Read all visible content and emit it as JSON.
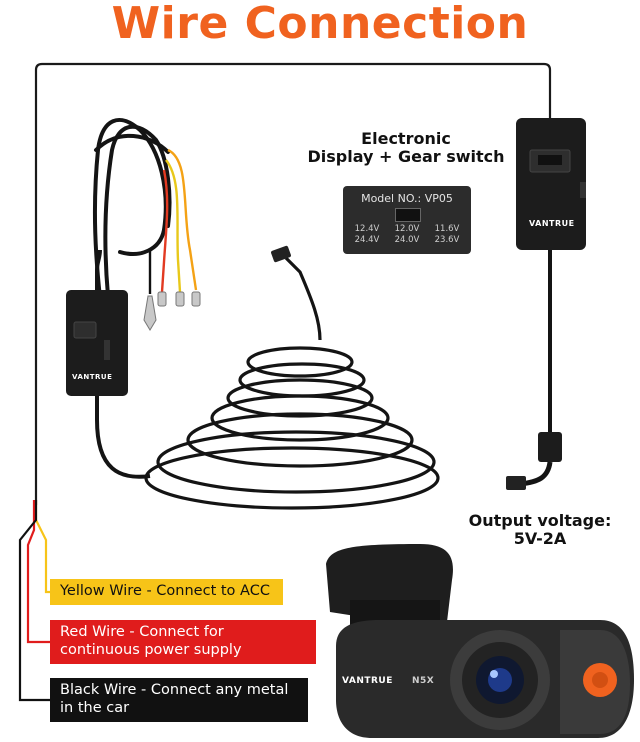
{
  "title": "Wire Connection",
  "display_note": {
    "line1": "Electronic",
    "line2": "Display + Gear switch"
  },
  "model_panel": {
    "title": "Model NO.: VP05",
    "col1": [
      "12.4V",
      "24.4V"
    ],
    "col2": [
      "12.0V",
      "24.0V"
    ],
    "col3": [
      "11.6V",
      "23.6V"
    ]
  },
  "output_note": {
    "line1": "Output voltage:",
    "line2": "5V-2A"
  },
  "wires": [
    {
      "label": "Yellow Wire - Connect to ACC",
      "color": "#f7c418"
    },
    {
      "label": "Red Wire - Connect for continuous power supply",
      "color": "#e01c1c"
    },
    {
      "label": "Black Wire - Connect any metal in the car",
      "color": "#111111"
    }
  ],
  "brand": "VANTRUE",
  "camera_badge": "N5X",
  "colors": {
    "title": "#f0621f",
    "orange_accent": "#f0621f"
  }
}
